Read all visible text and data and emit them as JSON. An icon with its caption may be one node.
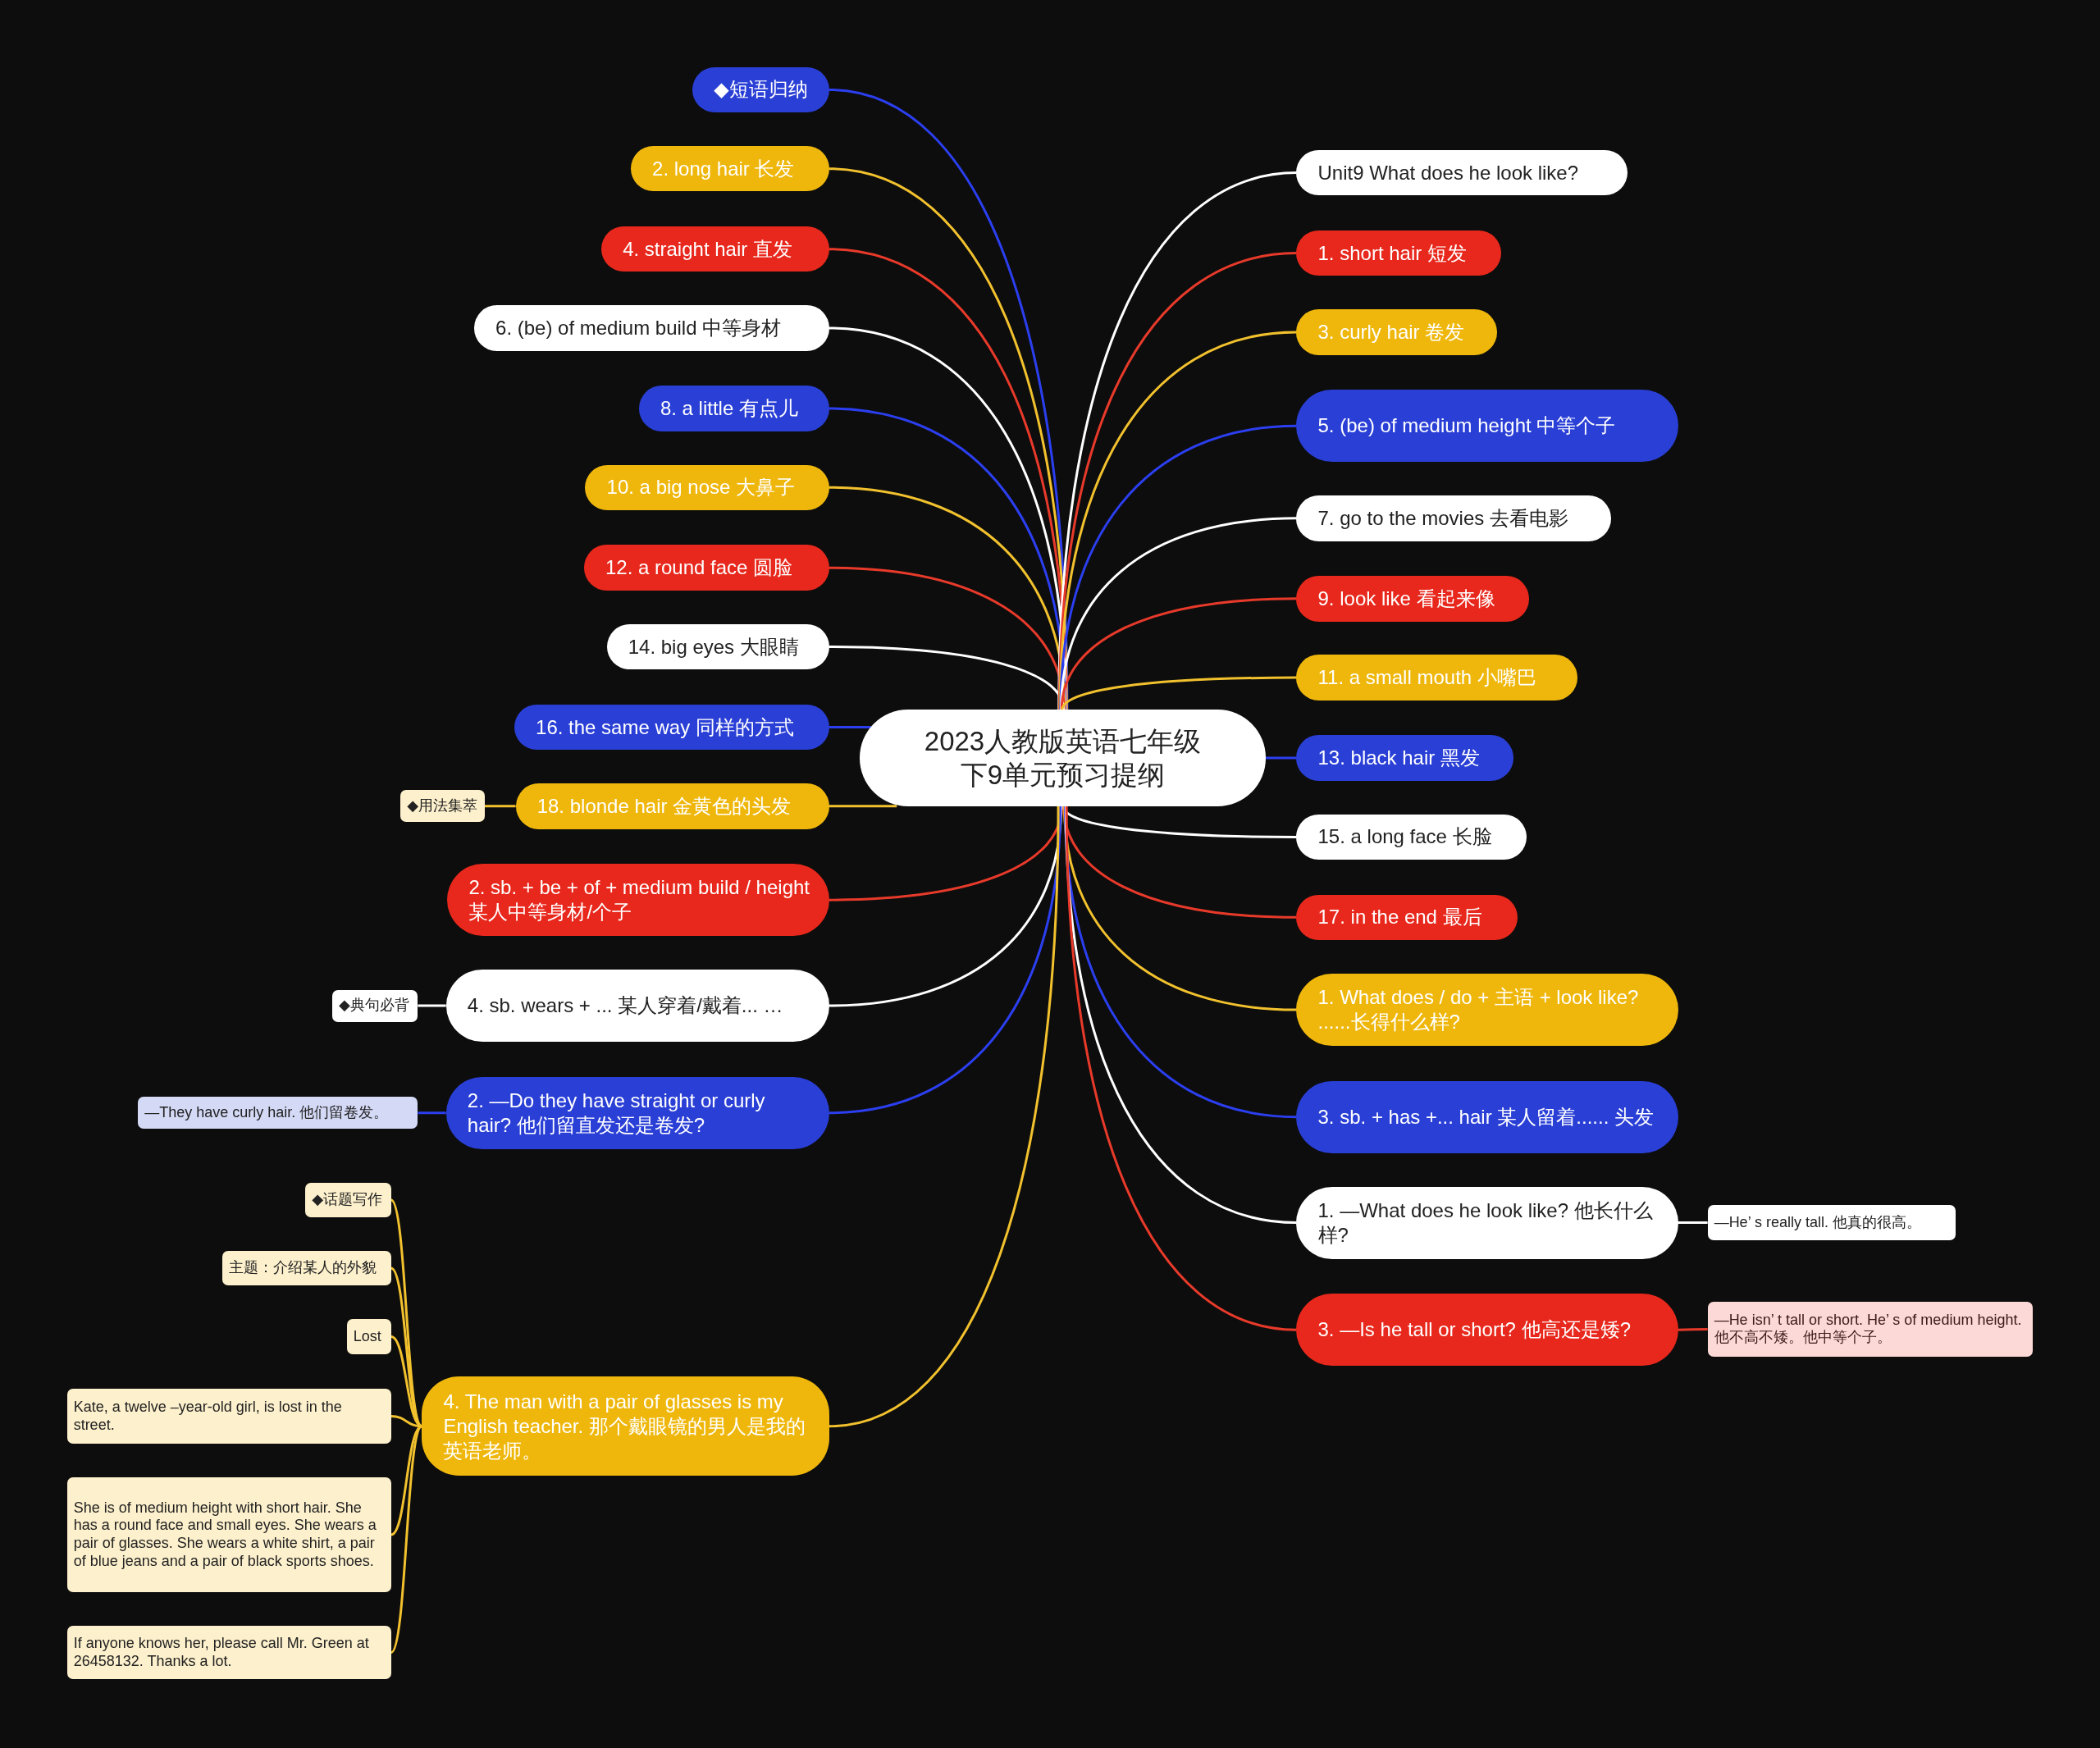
{
  "diagram": {
    "nodes": [
      {
        "text": [
          "2023人教版英语七年级下9单元预习提纲"
        ]
      },
      {
        "text": [
          "◆短语归纳"
        ]
      },
      {
        "text": [
          "2. long hair 长发"
        ]
      },
      {
        "text": [
          "4. straight hair 直发"
        ]
      },
      {
        "text": [
          "6. (be) of medium build 中等身材"
        ]
      },
      {
        "text": [
          "8. a little 有点儿"
        ]
      },
      {
        "text": [
          "10. a big nose 大鼻子"
        ]
      },
      {
        "text": [
          "12. a round face 圆脸"
        ]
      },
      {
        "text": [
          "14. big eyes 大眼睛"
        ]
      },
      {
        "text": [
          "16. the same way 同样的方式"
        ]
      },
      {
        "text": [
          "18. blonde hair 金黄色的头发"
        ]
      },
      {
        "text": [
          "◆用法集萃"
        ]
      },
      {
        "text": [
          "2. sb. + be + of + medium build / height 某人中等身材/个子"
        ]
      },
      {
        "text": [
          "4. sb. wears + ... 某人穿着/戴着... …"
        ]
      },
      {
        "text": [
          "◆典句必背"
        ]
      },
      {
        "text": [
          "2. —Do they have straight or curly hair? 他们留直发还是卷发?"
        ]
      },
      {
        "text": [
          "—They have curly hair. 他们留卷发。"
        ]
      },
      {
        "text": [
          "4. The man with a pair of glasses is my English teacher. 那个戴眼镜的男人是我的英语老师。"
        ]
      },
      {
        "text": [
          "◆话题写作"
        ]
      },
      {
        "text": [
          "主题：介绍某人的外貌"
        ]
      },
      {
        "text": [
          "Lost"
        ]
      },
      {
        "text": [
          "Kate, a twelve –year-old girl, is lost in the street."
        ]
      },
      {
        "text": [
          "She is of medium height with short hair. She has a round face and small eyes. She wears a pair of glasses. She wears a white shirt, a pair of blue jeans and a pair of black sports shoes."
        ]
      },
      {
        "text": [
          "If anyone knows her, please call Mr. Green at 26458132. Thanks a lot."
        ]
      },
      {
        "text": [
          "Unit9 What does he look like?"
        ]
      },
      {
        "text": [
          "1. short hair 短发"
        ]
      },
      {
        "text": [
          "3. curly hair 卷发"
        ]
      },
      {
        "text": [
          "5. (be) of medium height 中等个子"
        ]
      },
      {
        "text": [
          "7. go to the movies 去看电影"
        ]
      },
      {
        "text": [
          "9. look like 看起来像"
        ]
      },
      {
        "text": [
          "11. a small mouth 小嘴巴"
        ]
      },
      {
        "text": [
          "13. black hair 黑发"
        ]
      },
      {
        "text": [
          "15. a long face 长脸"
        ]
      },
      {
        "text": [
          "17. in the end 最后"
        ]
      },
      {
        "text": [
          "1. What does / do + 主语 + look like? ......长得什么样?"
        ]
      },
      {
        "text": [
          "3. sb. + has +... hair 某人留着...... 头发"
        ]
      },
      {
        "text": [
          "1. —What does he look like? 他长什么样?"
        ]
      },
      {
        "text": [
          "—He’ s really tall. 他真的很高。"
        ]
      },
      {
        "text": [
          "3. —Is he tall or short? 他高还是矮?"
        ]
      },
      {
        "text": [
          "—He isn’ t tall or short. He’ s of medium height. 他不高不矮。他中等个子。"
        ]
      }
    ],
    "edges": [
      {
        "from": 0,
        "to": 1,
        "arrow": "none",
        "color": "#2b3ff0"
      },
      {
        "from": 0,
        "to": 2,
        "arrow": "none",
        "color": "#f2c12e"
      },
      {
        "from": 0,
        "to": 3,
        "arrow": "none",
        "color": "#e83a2a"
      },
      {
        "from": 0,
        "to": 4,
        "arrow": "none",
        "color": "#ffffff"
      },
      {
        "from": 0,
        "to": 5,
        "arrow": "none",
        "color": "#2b3ff0"
      },
      {
        "from": 0,
        "to": 6,
        "arrow": "none",
        "color": "#f2c12e"
      },
      {
        "from": 0,
        "to": 7,
        "arrow": "none",
        "color": "#e83a2a"
      },
      {
        "from": 0,
        "to": 8,
        "arrow": "none",
        "color": "#ffffff"
      },
      {
        "from": 0,
        "to": 9,
        "arrow": "none",
        "color": "#2b3ff0"
      },
      {
        "from": 0,
        "to": 10,
        "arrow": "none",
        "color": "#f2c12e"
      },
      {
        "from": 10,
        "to": 11,
        "arrow": "none",
        "color": "#f2c12e"
      },
      {
        "from": 0,
        "to": 12,
        "arrow": "none",
        "color": "#e83a2a"
      },
      {
        "from": 0,
        "to": 13,
        "arrow": "none",
        "color": "#ffffff"
      },
      {
        "from": 13,
        "to": 14,
        "arrow": "none",
        "color": "#ffffff"
      },
      {
        "from": 0,
        "to": 15,
        "arrow": "none",
        "color": "#2b3ff0"
      },
      {
        "from": 15,
        "to": 16,
        "arrow": "none",
        "color": "#2b3ff0"
      },
      {
        "from": 0,
        "to": 17,
        "arrow": "none",
        "color": "#f2c12e"
      },
      {
        "from": 17,
        "to": 18,
        "arrow": "none",
        "color": "#f2c12e"
      },
      {
        "from": 17,
        "to": 19,
        "arrow": "none",
        "color": "#f2c12e"
      },
      {
        "from": 17,
        "to": 20,
        "arrow": "none",
        "color": "#f2c12e"
      },
      {
        "from": 17,
        "to": 21,
        "arrow": "none",
        "color": "#f2c12e"
      },
      {
        "from": 17,
        "to": 22,
        "arrow": "none",
        "color": "#f2c12e"
      },
      {
        "from": 17,
        "to": 23,
        "arrow": "none",
        "color": "#f2c12e"
      },
      {
        "from": 0,
        "to": 24,
        "arrow": "none",
        "color": "#ffffff"
      },
      {
        "from": 0,
        "to": 25,
        "arrow": "none",
        "color": "#e83a2a"
      },
      {
        "from": 0,
        "to": 26,
        "arrow": "none",
        "color": "#f2c12e"
      },
      {
        "from": 0,
        "to": 27,
        "arrow": "none",
        "color": "#2b3ff0"
      },
      {
        "from": 0,
        "to": 28,
        "arrow": "none",
        "color": "#ffffff"
      },
      {
        "from": 0,
        "to": 29,
        "arrow": "none",
        "color": "#e83a2a"
      },
      {
        "from": 0,
        "to": 30,
        "arrow": "none",
        "color": "#f2c12e"
      },
      {
        "from": 0,
        "to": 31,
        "arrow": "none",
        "color": "#2b3ff0"
      },
      {
        "from": 0,
        "to": 32,
        "arrow": "none",
        "color": "#ffffff"
      },
      {
        "from": 0,
        "to": 33,
        "arrow": "none",
        "color": "#e83a2a"
      },
      {
        "from": 0,
        "to": 34,
        "arrow": "none",
        "color": "#f2c12e"
      },
      {
        "from": 0,
        "to": 35,
        "arrow": "none",
        "color": "#2b3ff0"
      },
      {
        "from": 0,
        "to": 36,
        "arrow": "none",
        "color": "#ffffff"
      },
      {
        "from": 36,
        "to": 37,
        "arrow": "none",
        "color": "#ffffff"
      },
      {
        "from": 0,
        "to": 38,
        "arrow": "none",
        "color": "#e83a2a"
      },
      {
        "from": 38,
        "to": 39,
        "arrow": "none",
        "color": "#e83a2a"
      }
    ]
  }
}
